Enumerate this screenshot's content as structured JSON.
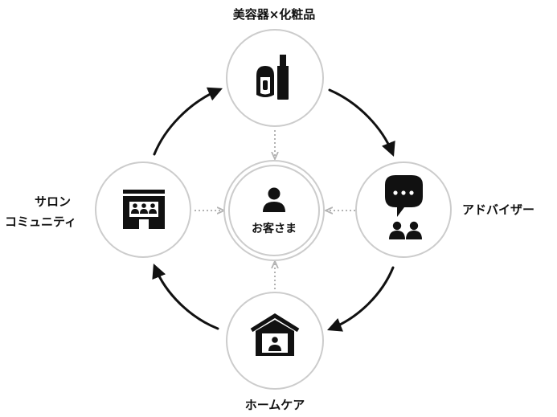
{
  "nodes": {
    "top": {
      "label": "美容器×化粧品",
      "icon": "cosmetics-icon"
    },
    "right": {
      "label": "アドバイザー",
      "icon": "advisor-chat-icon"
    },
    "bottom": {
      "label": "ホームケア",
      "icon": "home-care-icon"
    },
    "left": {
      "label_line1": "サロン",
      "label_line2": "コミュニティ",
      "icon": "salon-building-icon"
    },
    "center": {
      "label": "お客さま",
      "icon": "customer-person-icon"
    }
  },
  "colors": {
    "ink": "#111111",
    "ring": "#cccccc",
    "dotted": "#b3b3b3",
    "background": "#ffffff"
  }
}
